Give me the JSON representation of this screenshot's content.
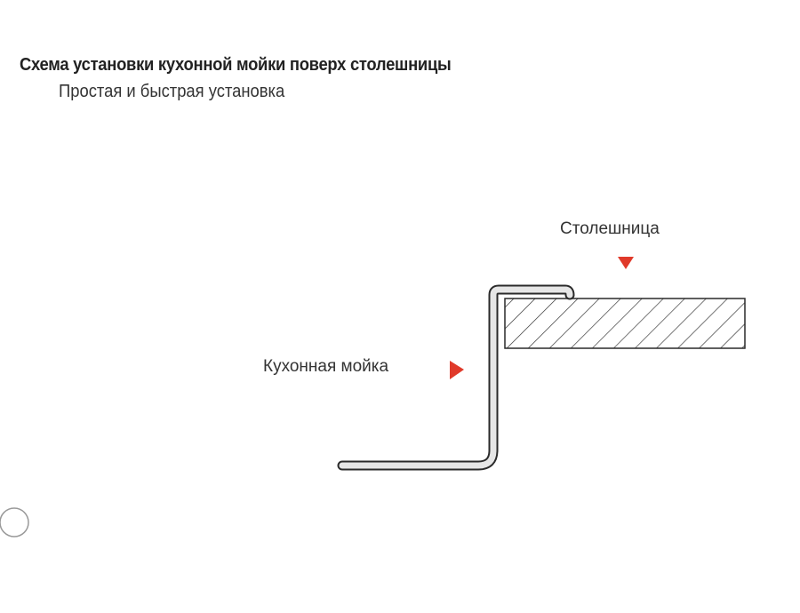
{
  "header": {
    "title": "Схема установки кухонной мойки поверх столешницы",
    "subtitle": "Простая и быстрая установка"
  },
  "diagram": {
    "labels": {
      "countertop": "Столешница",
      "sink": "Кухонная мойка"
    },
    "colors": {
      "arrow": "#e03a2a",
      "profile_fill": "#e6e6e6",
      "outline": "#2a2a2a"
    },
    "icons": [
      "arrow-down-icon",
      "arrow-right-icon",
      "circle-icon"
    ]
  }
}
